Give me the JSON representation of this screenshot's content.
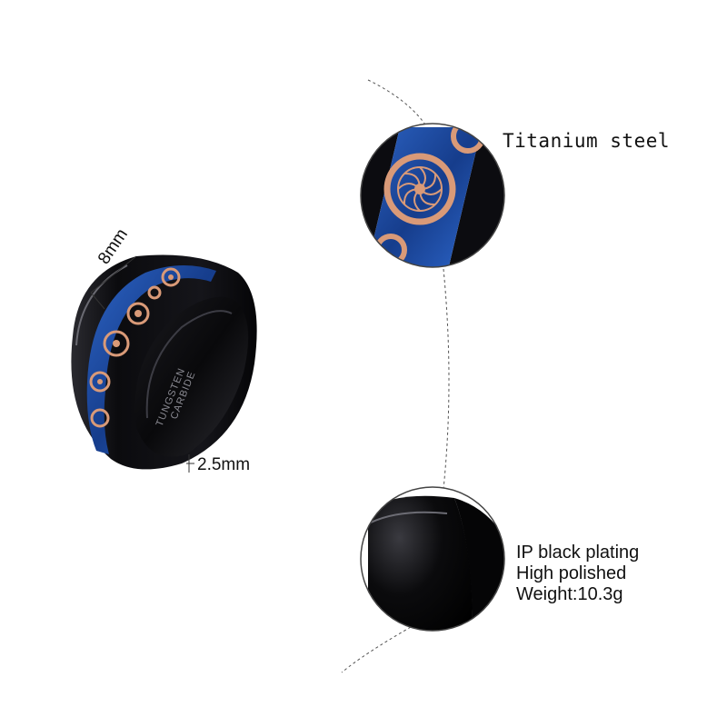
{
  "product": {
    "engraving_line1": "TUNGSTEN",
    "engraving_line2": "CARBIDE",
    "width_label": "8mm",
    "thickness_label": "2.5mm"
  },
  "detail_inlay": {
    "label": "Titanium steel"
  },
  "detail_band": {
    "lines": [
      "IP black plating",
      "High polished",
      "Weight:10.3g"
    ]
  },
  "colors": {
    "ring_black": "#0d0d10",
    "inlay_blue": "#1f4fa8",
    "gear_rose_gold": "#d99a78",
    "background": "#ffffff"
  }
}
